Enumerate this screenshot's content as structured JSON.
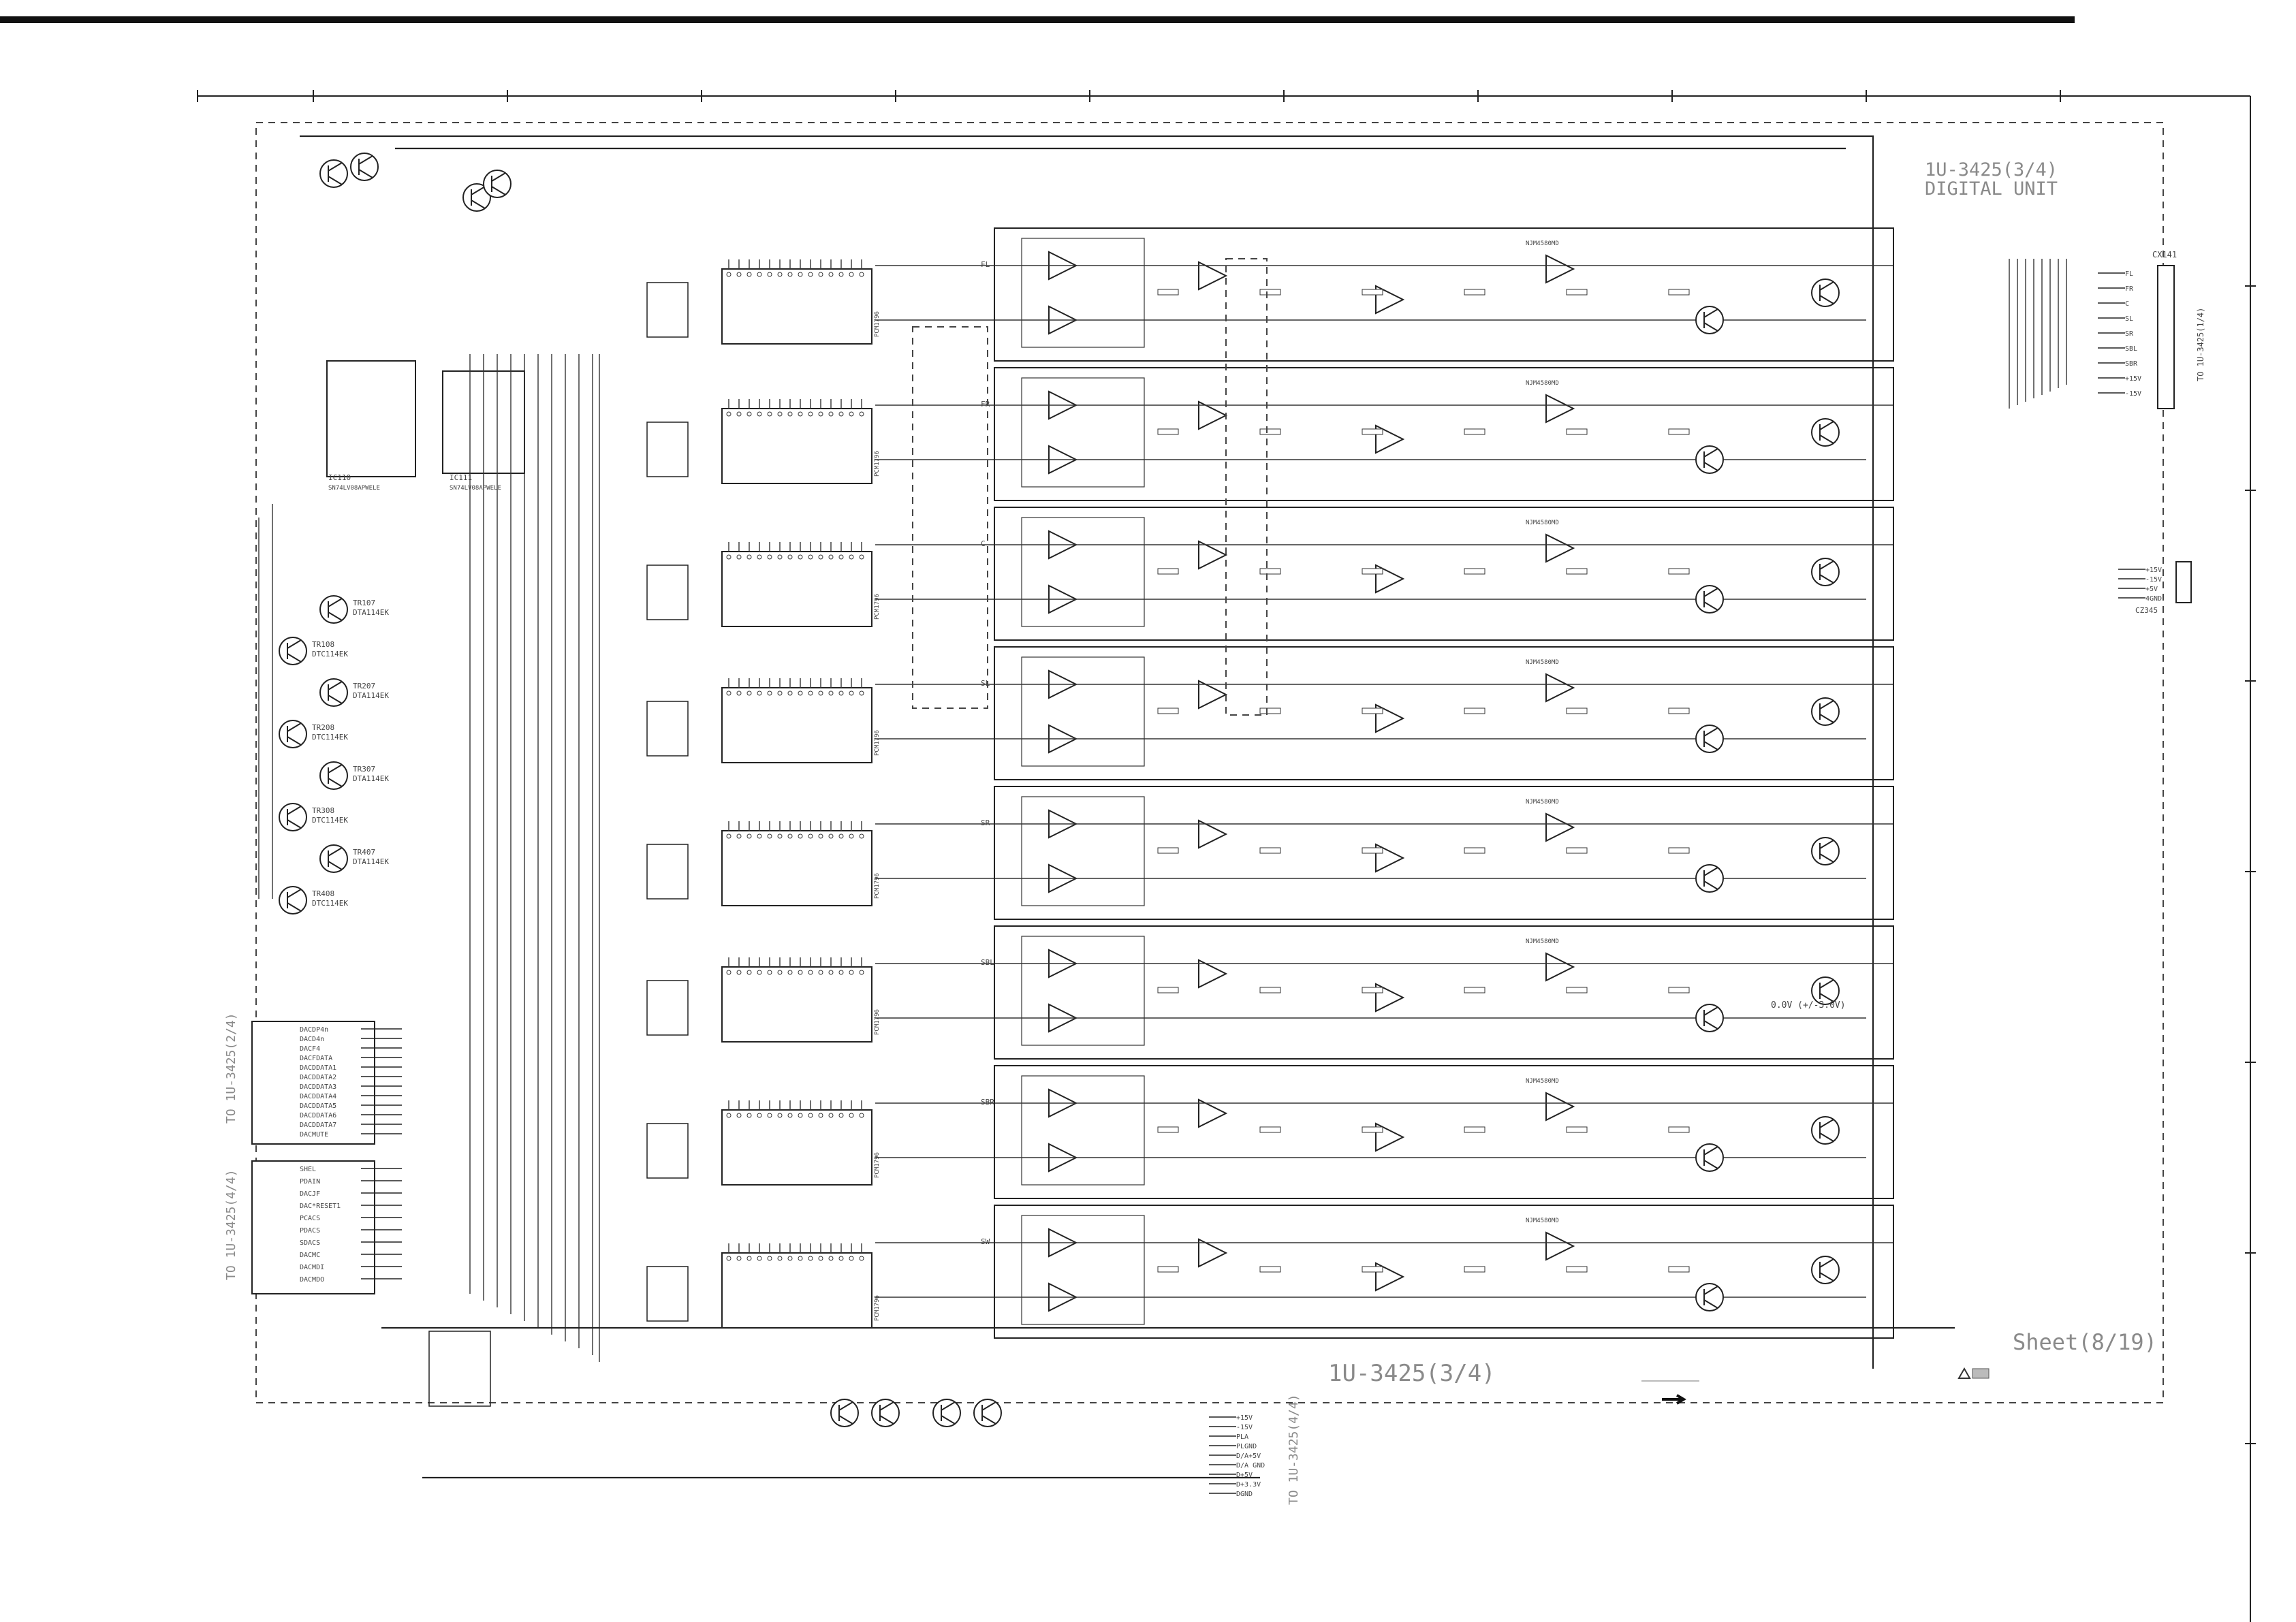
{
  "sheet": {
    "title_top": "1U-3425(3/4)",
    "subtitle_top": "DIGITAL UNIT",
    "title_bottom": "1U-3425(3/4)",
    "sheet_label": "Sheet(8/19)"
  },
  "connectors": {
    "left_to_2of4": "TO 1U-3425(2/4)",
    "left_to_4of4": "TO 1U-3425(4/4)",
    "bottom_to_4of4": "TO 1U-3425(4/4)",
    "right_to_1of4": "TO 1U-3425(1/4)",
    "cx141": "CX141",
    "cz345": "CZ345"
  },
  "transistors": [
    {
      "ref": "TR107",
      "part": "DTA114EK"
    },
    {
      "ref": "TR108",
      "part": "DTC114EK"
    },
    {
      "ref": "TR207",
      "part": "DTA114EK"
    },
    {
      "ref": "TR208",
      "part": "DTC114EK"
    },
    {
      "ref": "TR307",
      "part": "DTA114EK"
    },
    {
      "ref": "TR308",
      "part": "DTC114EK"
    },
    {
      "ref": "TR407",
      "part": "DTA114EK"
    },
    {
      "ref": "TR408",
      "part": "DTC114EK"
    }
  ],
  "chips": {
    "ic110": "IC110",
    "ic111": "IC111",
    "ic110_part": "SN74LV08APWELE",
    "ic111_part": "SN74LV08APWELE",
    "dac_part": "PCM1796",
    "opamp_part": "NJM4580MD"
  },
  "left_signals_2of4": [
    "DACDP4n",
    "DACD4n",
    "DACF4",
    "DACFDATA",
    "DACDDATA1",
    "DACDDATA2",
    "DACDDATA3",
    "DACDDATA4",
    "DACDDATA5",
    "DACDDATA6",
    "DACDDATA7",
    "DACMUTE"
  ],
  "left_signals_4of4": [
    "SHEL",
    "PDAIN",
    "DACJF",
    "DAC*RESET1",
    "PCACS",
    "PDACS",
    "SDACS",
    "DACMC",
    "DACMDI",
    "DACMDO"
  ],
  "bottom_power": [
    "+15V",
    "-15V",
    "PLA",
    "PLGND",
    "D/A+5V",
    "D/A GND",
    "D+5V",
    "D+3.3V",
    "DGND"
  ],
  "right_outputs": [
    "FL",
    "FR",
    "C",
    "SL",
    "SR",
    "SBL",
    "SBR",
    "+15V",
    "-15V"
  ],
  "relay_block": [
    "+15V",
    "-15V",
    "+5V",
    "4GND"
  ],
  "channel_rows": [
    "FL",
    "FR",
    "C",
    "SL",
    "SR",
    "SBL",
    "SBR",
    "SW"
  ],
  "note_ofa": "0.0V (+/-3.0V)"
}
